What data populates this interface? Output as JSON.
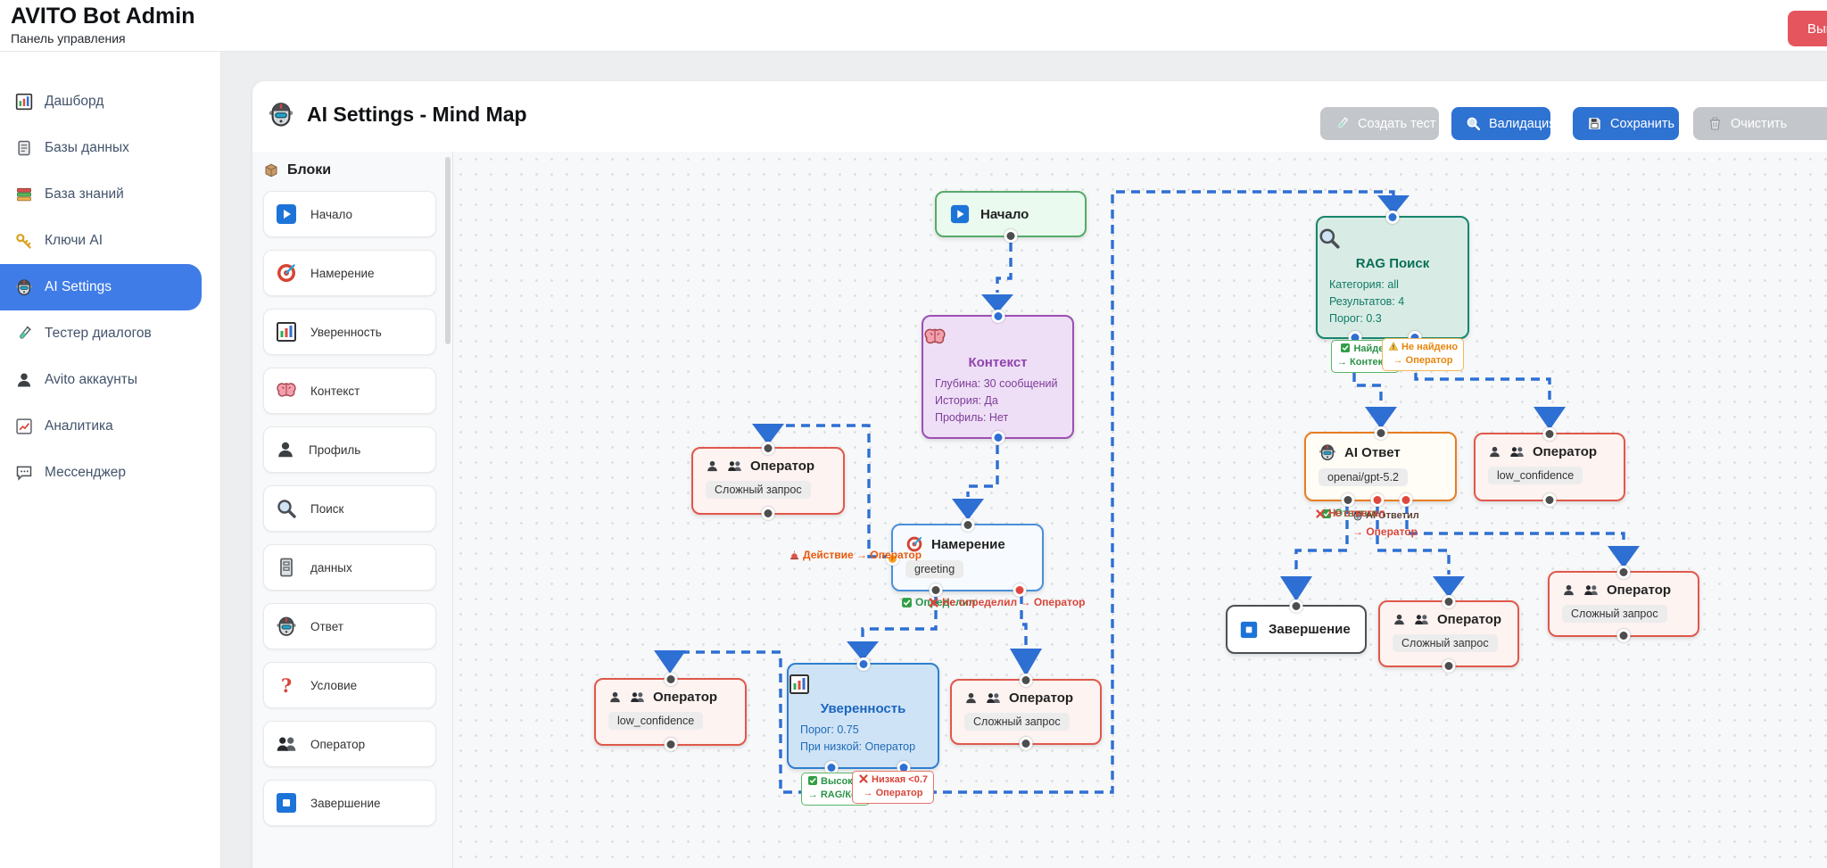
{
  "topbar": {
    "title": "AVITO Bot Admin",
    "subtitle": "Панель управления",
    "logout_label": "Выйти",
    "logout_color": "#e5555e"
  },
  "sidebar": {
    "active_color": "#3f7ce8",
    "items": [
      {
        "icon": "bar-chart-icon",
        "label": "Дашборд",
        "active": false
      },
      {
        "icon": "ledger-icon",
        "label": "Базы данных",
        "active": false
      },
      {
        "icon": "books-icon",
        "label": "База знаний",
        "active": false
      },
      {
        "icon": "key-icon",
        "label": "Ключи AI",
        "active": false
      },
      {
        "icon": "robot-icon",
        "label": "AI Settings",
        "active": true
      },
      {
        "icon": "test-tube-icon",
        "label": "Тестер диалогов",
        "active": false
      },
      {
        "icon": "person-icon",
        "label": "Avito аккаунты",
        "active": false
      },
      {
        "icon": "analytics-icon",
        "label": "Аналитика",
        "active": false
      },
      {
        "icon": "chat-icon",
        "label": "Мессенджер",
        "active": false
      }
    ]
  },
  "page": {
    "icon": "robot-icon",
    "title": "AI Settings - Mind Map",
    "buttons": [
      {
        "icon": "test-tube-icon",
        "label": "Создать тест",
        "enabled": false,
        "color": "#c3c7cc"
      },
      {
        "icon": "magnifier-icon",
        "label": "Валидация",
        "enabled": true,
        "color": "#2e72d2"
      },
      {
        "icon": "floppy-icon",
        "label": "Сохранить",
        "enabled": true,
        "color": "#2e72d2"
      },
      {
        "icon": "trash-icon",
        "label": "Очистить",
        "enabled": false,
        "color": "#c3c7cc"
      }
    ]
  },
  "blocks": {
    "icon": "package-icon",
    "header": "Блоки",
    "items": [
      {
        "icon": "play-icon",
        "label": "Начало"
      },
      {
        "icon": "target-icon",
        "label": "Намерение"
      },
      {
        "icon": "bar-chart-icon",
        "label": "Уверенность"
      },
      {
        "icon": "brain-icon",
        "label": "Контекст"
      },
      {
        "icon": "person-icon",
        "label": "Профиль"
      },
      {
        "icon": "magnifier-icon",
        "label": "Поиск"
      },
      {
        "icon": "cabinet-icon",
        "label": "данных"
      },
      {
        "icon": "robot-icon",
        "label": "Ответ"
      },
      {
        "icon": "question-icon",
        "label": "Условие"
      },
      {
        "icon": "people-icon",
        "label": "Оператор"
      },
      {
        "icon": "stop-icon",
        "label": "Завершение"
      }
    ]
  },
  "canvas": {
    "edge_color": "#2e6fd4",
    "nodes": {
      "start": {
        "icon": "play-icon",
        "title": "Начало"
      },
      "context": {
        "icon": "brain-icon",
        "title": "Контекст",
        "lines": [
          "Глубина: 30 сообщений",
          "История: Да",
          "Профиль: Нет"
        ]
      },
      "operator_top": {
        "icon": "people-icon",
        "title": "Оператор",
        "pill": "Сложный запрос"
      },
      "intent": {
        "icon": "target-icon",
        "title": "Намерение",
        "pill": "greeting"
      },
      "confidence": {
        "icon": "bar-chart-icon",
        "title": "Уверенность",
        "lines": [
          "Порог: 0.75",
          "При низкой: Оператор"
        ]
      },
      "operator_low_left": {
        "icon": "people-icon",
        "title": "Оператор",
        "pill": "low_confidence"
      },
      "operator_mid": {
        "icon": "people-icon",
        "title": "Оператор",
        "pill": "Сложный запрос"
      },
      "rag": {
        "icon": "magnifier-icon",
        "title": "RAG Поиск",
        "lines": [
          "Категория: all",
          "Результатов: 4",
          "Порог: 0.3"
        ]
      },
      "ai_answer": {
        "icon": "robot-icon",
        "title": "AI Ответ",
        "pill": "openai/gpt-5.2"
      },
      "operator_low_right": {
        "icon": "people-icon",
        "title": "Оператор",
        "pill": "low_confidence"
      },
      "finish": {
        "icon": "stop-icon",
        "title": "Завершение"
      },
      "operator_bottom_mid": {
        "icon": "people-icon",
        "title": "Оператор",
        "pill": "Сложный запрос"
      },
      "operator_bottom_right": {
        "icon": "people-icon",
        "title": "Оператор",
        "pill": "Сложный запрос"
      }
    },
    "edge_labels": {
      "action": "Действие → Оператор",
      "detected": "Определил",
      "not_detected": "Не определил → Оператор",
      "high_l1": "Высокая",
      "high_l2": "→ RAG/Кон",
      "low_l1": "Низкая <0.7",
      "low_l2": "→ Оператор",
      "found_l1": "Найден",
      "found_l2": "→ Контекст",
      "not_found_l1": "Не найдено",
      "not_found_l2": "→ Оператор",
      "answered": "Ответил",
      "ai_answered": "AI Ответил",
      "not_answered": "Не ответил",
      "not_answered_to": "→ Оператор"
    }
  }
}
